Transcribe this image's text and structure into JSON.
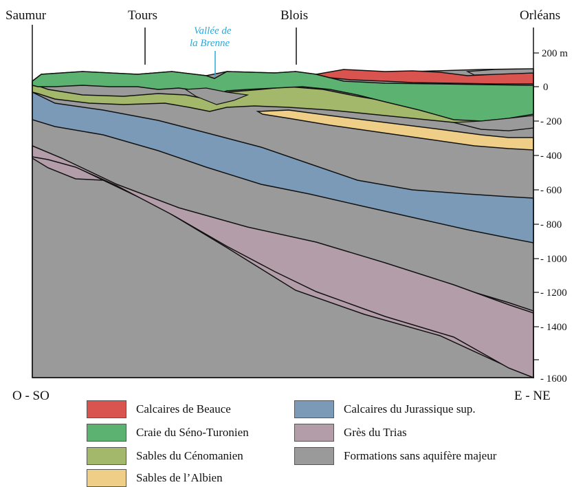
{
  "places": {
    "saumur": "Saumur",
    "tours": "Tours",
    "blois": "Blois",
    "orleans": "Orléans",
    "valley_line1": "Vallée de",
    "valley_line2": "la Brenne"
  },
  "directions": {
    "west": "O - SO",
    "east": "E - NE"
  },
  "depth_scale": [
    "200 m",
    "0",
    "- 200",
    "- 400",
    "- 600",
    "- 800",
    "- 1000",
    "- 1200",
    "- 1400",
    "- 1600"
  ],
  "legend": [
    {
      "label": "Calcaires de Beauce",
      "color": "#d9534f"
    },
    {
      "label": "Calcaires du Jurassique sup.",
      "color": "#7b9ab8"
    },
    {
      "label": "Craie du Séno-Turonien",
      "color": "#5cb270"
    },
    {
      "label": "Grès du Trias",
      "color": "#b39da8"
    },
    {
      "label": "Sables du Cénomanien",
      "color": "#a3b86a"
    },
    {
      "label": "Formations sans aquifère majeur",
      "color": "#9a9a9a"
    },
    {
      "label": "Sables de l’Albien",
      "color": "#efcf88"
    }
  ]
}
